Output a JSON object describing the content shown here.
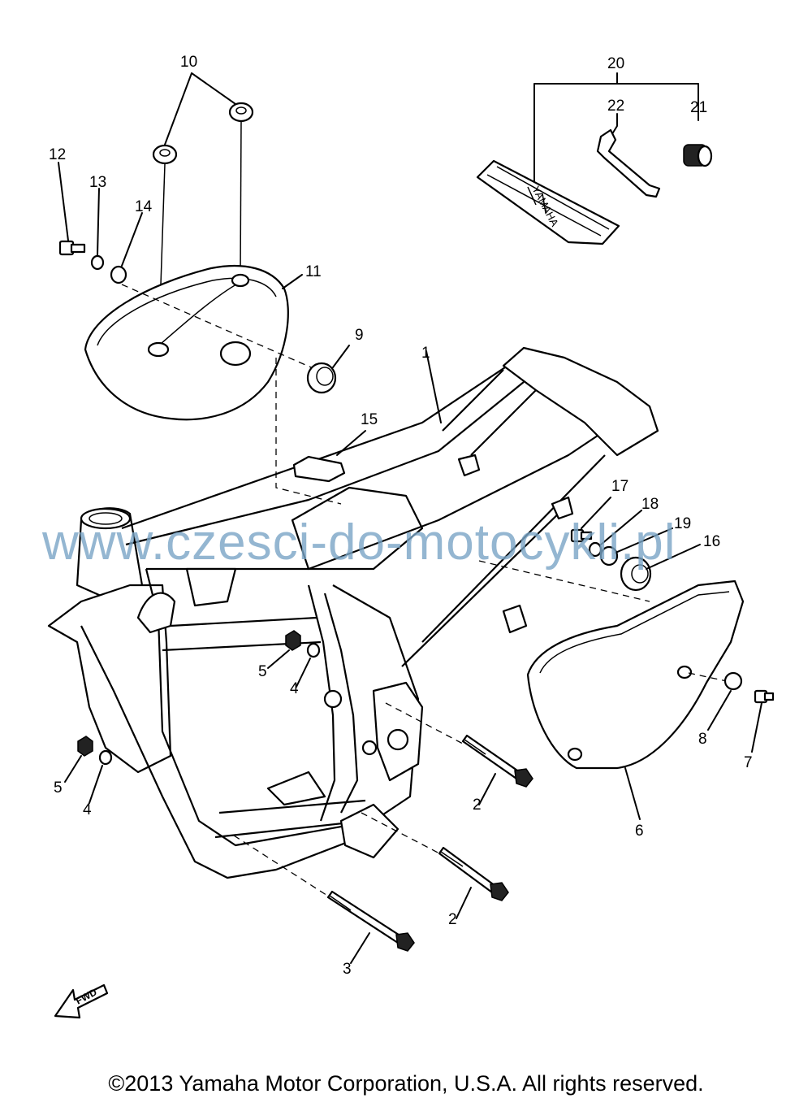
{
  "callouts": {
    "c1": "1",
    "c2a": "2",
    "c2b": "2",
    "c3": "3",
    "c4a": "4",
    "c4b": "4",
    "c5a": "5",
    "c5b": "5",
    "c6": "6",
    "c7": "7",
    "c8": "8",
    "c9": "9",
    "c10": "10",
    "c11": "11",
    "c12": "12",
    "c13": "13",
    "c14": "14",
    "c15": "15",
    "c16": "16",
    "c17": "17",
    "c18": "18",
    "c19": "19",
    "c20": "20",
    "c21": "21",
    "c22": "22"
  },
  "toolbag_text": "YAMAHA",
  "fwd_label": "FWD",
  "watermark": "www.czesci-do-motocykli.pl",
  "copyright": "©2013 Yamaha Motor Corporation, U.S.A. All rights reserved."
}
